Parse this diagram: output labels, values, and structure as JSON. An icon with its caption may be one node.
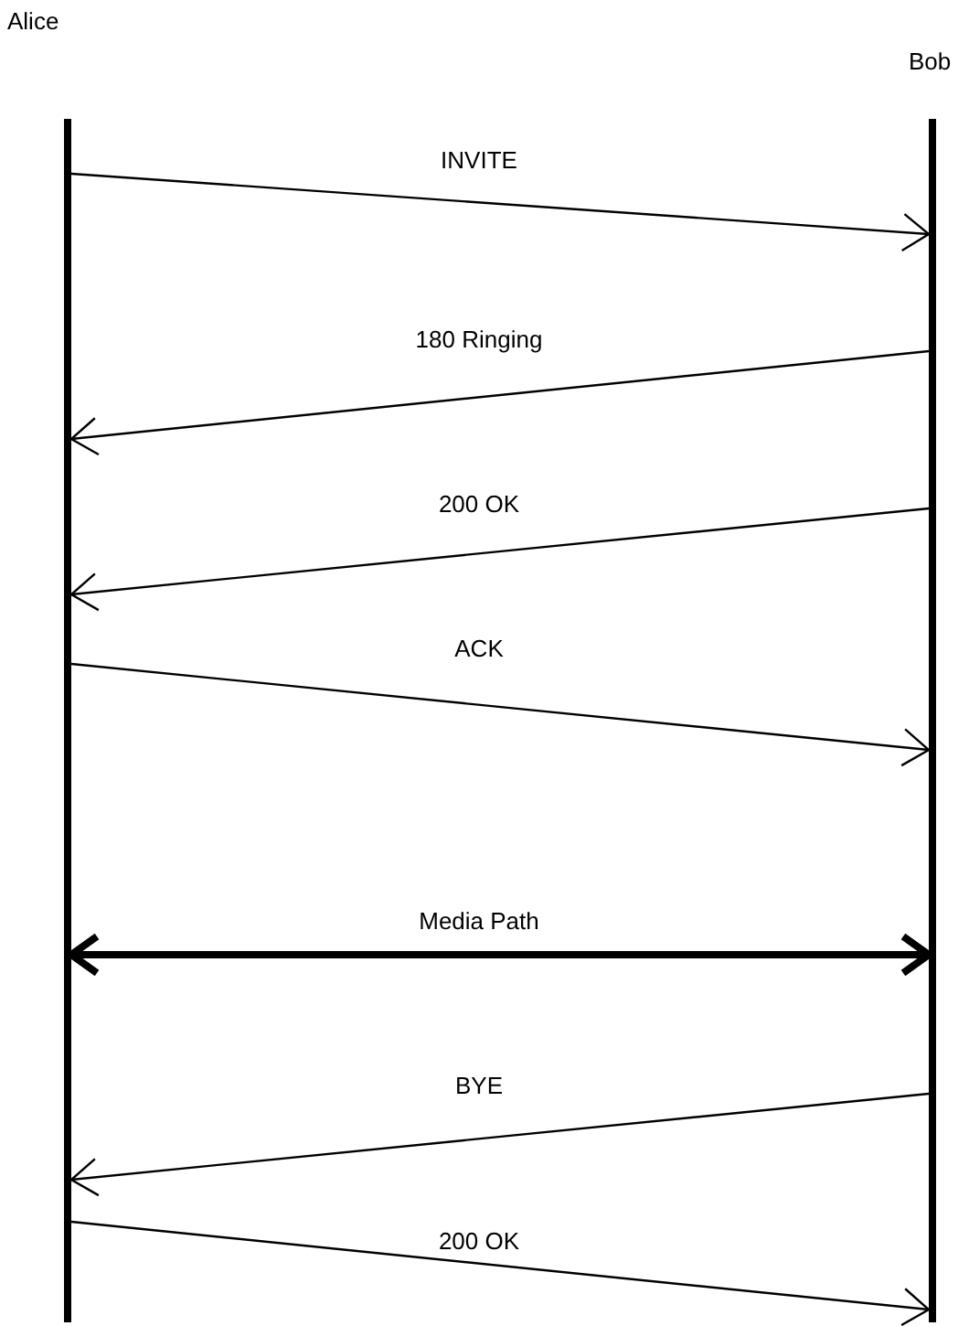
{
  "diagram": {
    "nodes": [
      {
        "text": [
          "Alice"
        ]
      },
      {
        "text": [
          "Bob"
        ]
      }
    ],
    "edges": [
      {
        "from": 0,
        "to": 1,
        "arrow": "to",
        "label": "INVITE"
      },
      {
        "from": 1,
        "to": 0,
        "arrow": "to",
        "label": "180 Ringing"
      },
      {
        "from": 1,
        "to": 0,
        "arrow": "to",
        "label": "200 OK"
      },
      {
        "from": 0,
        "to": 1,
        "arrow": "to",
        "label": "ACK"
      },
      {
        "from": 0,
        "to": 1,
        "arrow": "both",
        "label": "Media Path",
        "style": "thick"
      },
      {
        "from": 1,
        "to": 0,
        "arrow": "to",
        "label": "BYE"
      },
      {
        "from": 0,
        "to": 1,
        "arrow": "to",
        "label": "200 OK"
      }
    ]
  }
}
